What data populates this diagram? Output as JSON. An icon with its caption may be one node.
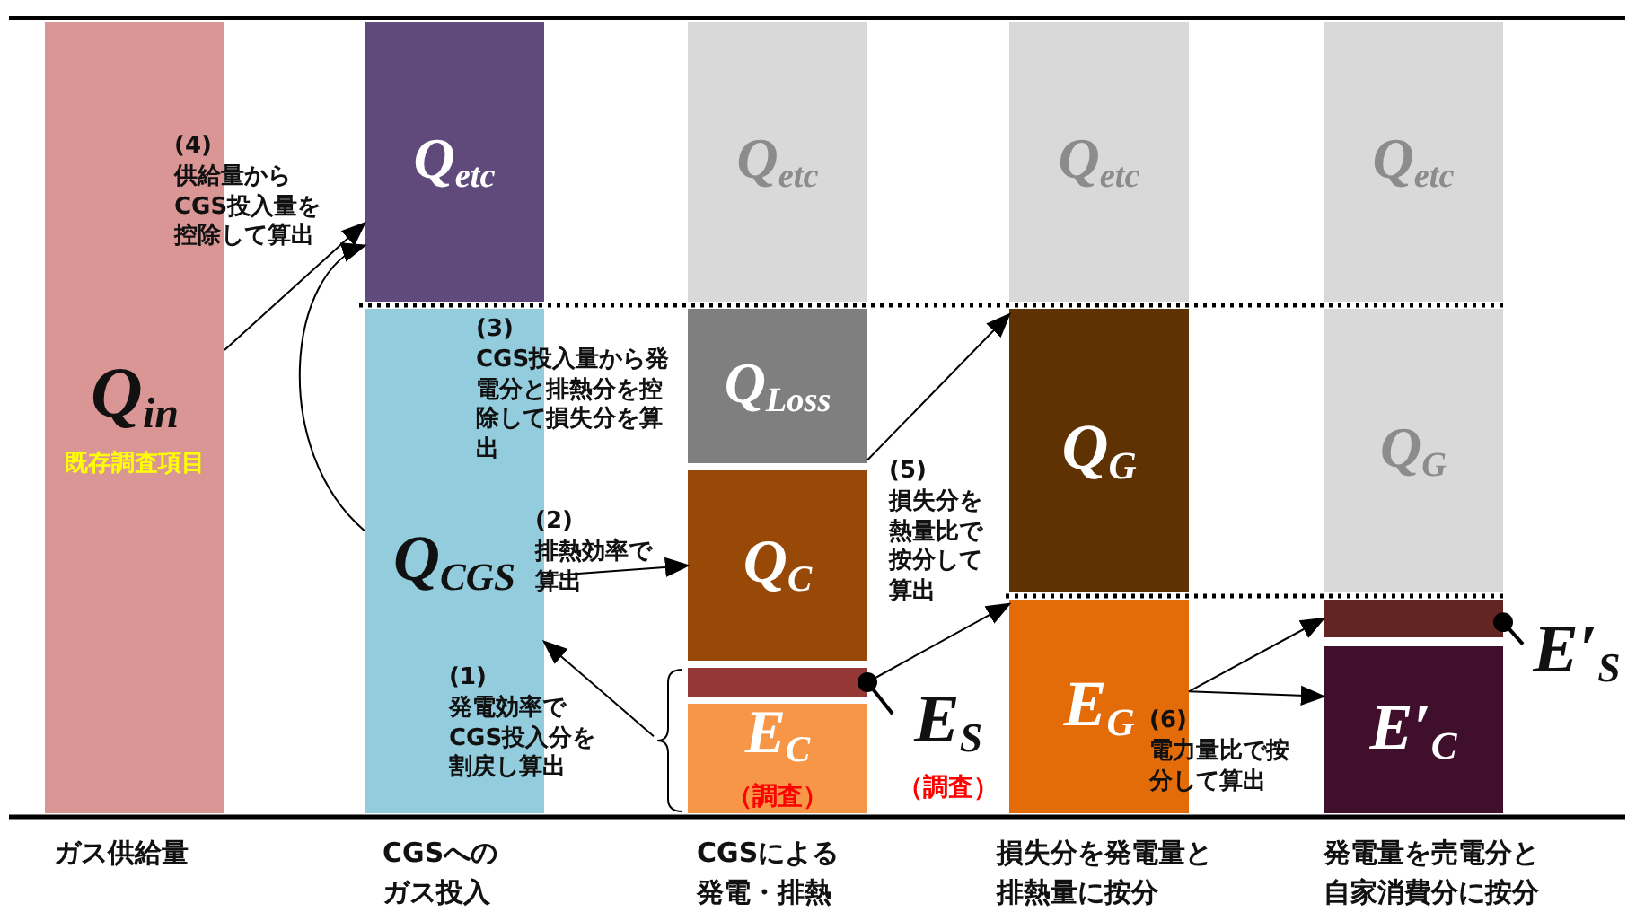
{
  "diagram": {
    "nodes": [
      {
        "text": [
          "Q$_{in}$",
          "既存調査項目"
        ]
      },
      {
        "text": [
          "Q$_{etc}$"
        ]
      },
      {
        "text": [
          "Q$_{CGS}$"
        ]
      },
      {
        "text": [
          "Q$_{etc}$"
        ]
      },
      {
        "text": [
          "Q$_{Loss}$"
        ]
      },
      {
        "text": [
          "Q$_{C}$"
        ]
      },
      {
        "text": [],
        "shape": "bar"
      },
      {
        "text": [
          "E$_{C}$",
          "（調査）"
        ]
      },
      {
        "text": [
          "Q$_{etc}$"
        ]
      },
      {
        "text": [
          "Q$_{G}$"
        ]
      },
      {
        "text": [
          "E$_{G}$"
        ]
      },
      {
        "text": [
          "Q$_{etc}$"
        ]
      },
      {
        "text": [
          "Q$_{G}$"
        ]
      },
      {
        "text": [],
        "shape": "bar"
      },
      {
        "text": [
          "E′$_{C}$"
        ]
      },
      {
        "text": [
          "E$_{S}$",
          "（調査）"
        ]
      },
      {
        "text": [
          "E′$_{S}$"
        ]
      },
      {
        "text": [],
        "shape": "brace"
      }
    ],
    "edges": [
      {
        "from": 0,
        "to": 1,
        "arrow": "to"
      },
      {
        "from": 2,
        "to": 1,
        "arrow": "to"
      },
      {
        "from": 2,
        "to": 5,
        "arrow": "to"
      },
      {
        "from": 17,
        "to": 2,
        "arrow": "to"
      },
      {
        "from": 4,
        "to": 9,
        "arrow": "to"
      },
      {
        "from": 6,
        "to": 10,
        "arrow": "to"
      },
      {
        "from": 10,
        "to": 13,
        "arrow": "to"
      },
      {
        "from": 10,
        "to": 14,
        "arrow": "to"
      },
      {
        "from": 15,
        "to": 6,
        "arrow": "other"
      },
      {
        "from": 16,
        "to": 13,
        "arrow": "other"
      }
    ],
    "labels": [
      "(4)",
      "供給量からCGS投入量を控除して算出",
      "(3)",
      "CGS投入量から発電分と排熱分を控除して損失分を算出",
      "(5)",
      "損失分を熱量比で按分して算出",
      "(2)",
      "排熱効率で算出",
      "(1)",
      "発電効率でCGS投入分を割戻し算出",
      "(6)",
      "電力量比で按分して算出",
      "ガス供給量",
      "CGSへのガス投入",
      "CGSによる発電・排熱",
      "損失分を発電量と排熱量に按分",
      "発電量を売電分と自家消費分に按分"
    ]
  }
}
